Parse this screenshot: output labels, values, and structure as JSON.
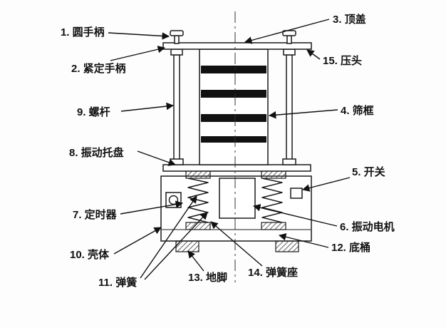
{
  "colors": {
    "background": "#fdfdfd",
    "line": "#1a1a1a",
    "sieve_band": "#111111"
  },
  "labels": {
    "round_handle": "1. 圆手柄",
    "tightening_handle": "2. 紧定手柄",
    "top_cover": "3. 顶盖",
    "sieve_frame": "4. 筛框",
    "switch": "5. 开关",
    "vibration_motor": "6. 振动电机",
    "timer": "7. 定时器",
    "vibration_tray": "8. 振动托盘",
    "screw_rod": "9. 螺杆",
    "housing": "10. 壳体",
    "spring": "11. 弹簧",
    "bottom_barrel": "12. 底桶",
    "foot": "13. 地脚",
    "spring_seat": "14. 弹簧座",
    "press_head": "15. 压头"
  }
}
